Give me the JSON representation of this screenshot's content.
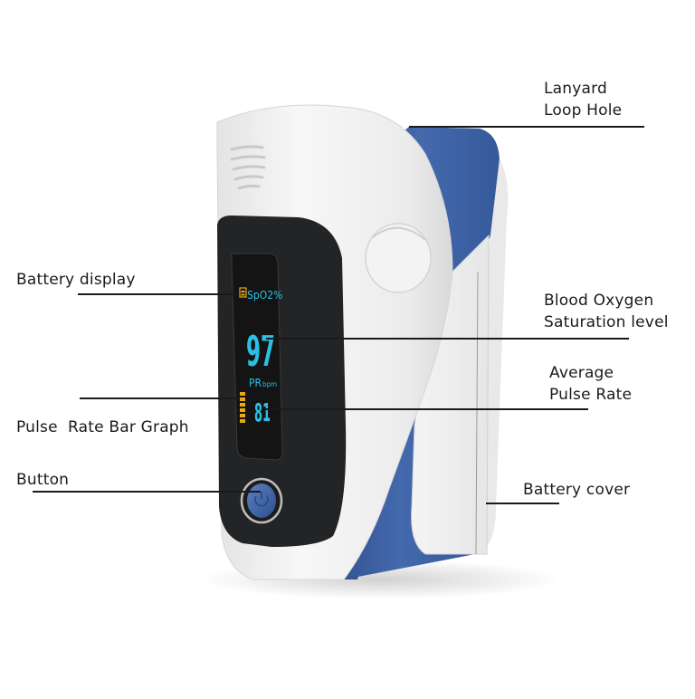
{
  "diagram": {
    "subject": "Fingertip pulse oximeter",
    "colors": {
      "body_white": "#f2f2f2",
      "accent_blue": "#3b63a8",
      "face_black": "#232426",
      "oled_cyan": "#2bbfe3",
      "oled_amber": "#e8a913",
      "leader_line": "#1a1a1a"
    },
    "display": {
      "spo2_label": "SpO2%",
      "spo2_value": "97",
      "pr_label": "PR",
      "pr_unit": "bpm",
      "pr_value": "81"
    },
    "callouts": [
      {
        "id": "lanyard",
        "lines": [
          "Lanyard",
          "Loop Hole"
        ]
      },
      {
        "id": "battery-display",
        "lines": [
          "Battery display"
        ]
      },
      {
        "id": "spo2",
        "lines": [
          "Blood Oxygen",
          "Saturation level"
        ]
      },
      {
        "id": "bar-graph",
        "lines": [
          "Pulse  Rate Bar Graph"
        ]
      },
      {
        "id": "avg-pulse",
        "lines": [
          "Average",
          "Pulse Rate"
        ]
      },
      {
        "id": "button",
        "lines": [
          "Button"
        ]
      },
      {
        "id": "battery-cover",
        "lines": [
          "Battery cover"
        ]
      }
    ]
  }
}
